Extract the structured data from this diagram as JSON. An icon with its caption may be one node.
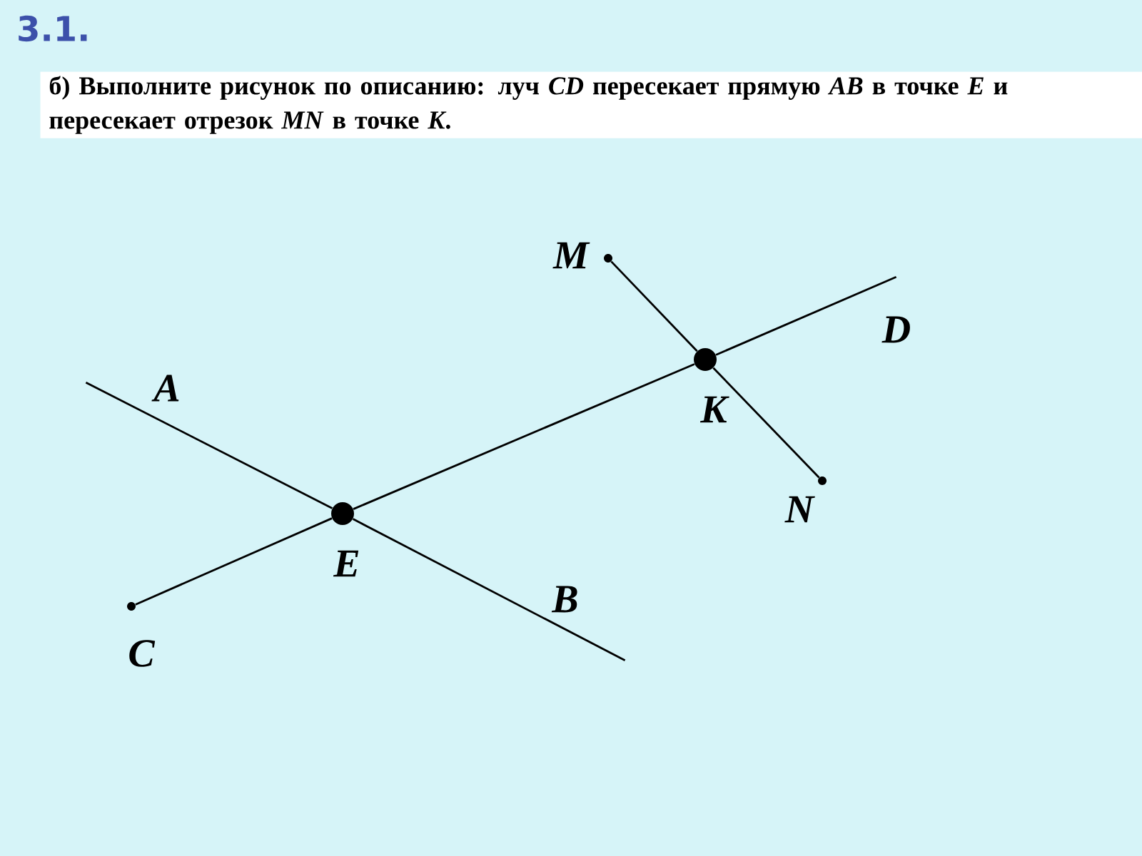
{
  "diagram": {
    "title": "3.1.",
    "nodes": [
      {
        "text": [
          "A"
        ]
      },
      {
        "text": [
          "B"
        ]
      },
      {
        "text": [
          "C"
        ]
      },
      {
        "text": [
          "D"
        ]
      },
      {
        "text": [
          "E"
        ]
      },
      {
        "text": [
          "K"
        ]
      },
      {
        "text": [
          "M"
        ]
      },
      {
        "text": [
          "N"
        ]
      }
    ],
    "edges": [
      {
        "from": 0,
        "to": 4,
        "arrow": "none"
      },
      {
        "from": 4,
        "to": 1,
        "arrow": "none"
      },
      {
        "from": 2,
        "to": 4,
        "arrow": "none"
      },
      {
        "from": 4,
        "to": 5,
        "arrow": "none"
      },
      {
        "from": 5,
        "to": 3,
        "arrow": "none"
      },
      {
        "from": 6,
        "to": 5,
        "arrow": "none"
      },
      {
        "from": 5,
        "to": 7,
        "arrow": "none"
      }
    ],
    "labels": [
      "б) Выполните рисунок по описанию: луч *CD* пересекает прямую *AB* в точке *E* и пересекает отрезок *MN* в точке *K*."
    ]
  }
}
